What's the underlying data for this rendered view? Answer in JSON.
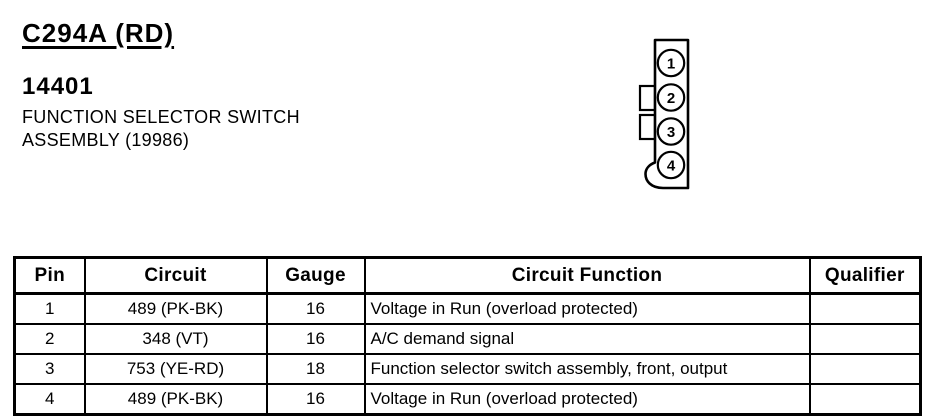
{
  "header": {
    "connector_id": "C294A (RD)",
    "component_number": "14401",
    "component_name_line1": "FUNCTION SELECTOR SWITCH",
    "component_name_line2": "ASSEMBLY (19986)"
  },
  "connector": {
    "pins": [
      "1",
      "2",
      "3",
      "4"
    ]
  },
  "table": {
    "headers": [
      "Pin",
      "Circuit",
      "Gauge",
      "Circuit Function",
      "Qualifier"
    ],
    "rows": [
      {
        "pin": "1",
        "circuit": "489 (PK-BK)",
        "gauge": "16",
        "function": "Voltage in Run (overload protected)",
        "qualifier": ""
      },
      {
        "pin": "2",
        "circuit": "348 (VT)",
        "gauge": "16",
        "function": "A/C demand signal",
        "qualifier": ""
      },
      {
        "pin": "3",
        "circuit": "753 (YE-RD)",
        "gauge": "18",
        "function": "Function selector switch assembly, front, output",
        "qualifier": ""
      },
      {
        "pin": "4",
        "circuit": "489 (PK-BK)",
        "gauge": "16",
        "function": "Voltage in Run (overload protected)",
        "qualifier": ""
      }
    ]
  },
  "colors": {
    "ink": "#000000",
    "paper": "#ffffff"
  }
}
